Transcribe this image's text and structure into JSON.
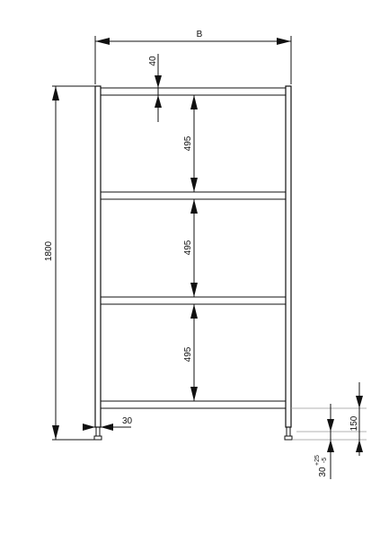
{
  "dimensions": {
    "width_label": "B",
    "height_label": "1800",
    "top_gap_label": "40",
    "shelf_spacing_labels": [
      "495",
      "495",
      "495"
    ],
    "post_width_label": "30",
    "bottom_shelf_height_label": "150",
    "foot_adjust_label": "30",
    "foot_tolerance_plus": "+25",
    "foot_tolerance_minus": "-5"
  }
}
